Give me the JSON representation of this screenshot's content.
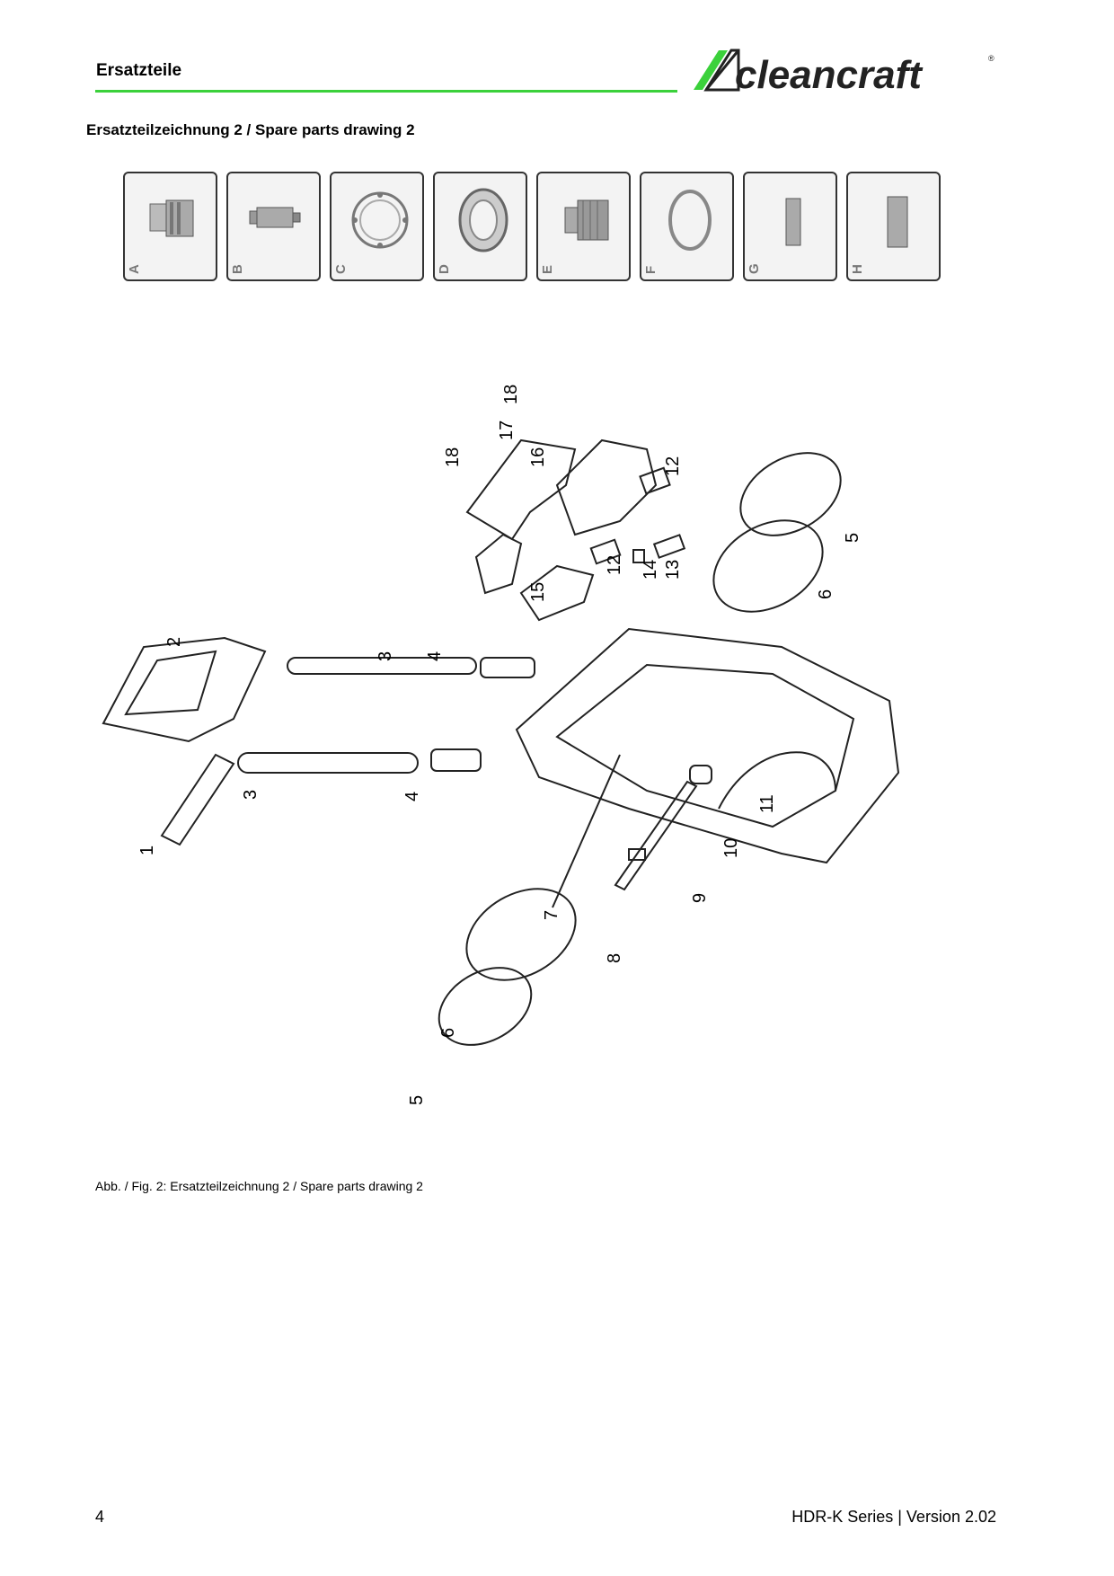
{
  "header": {
    "title": "Ersatzteile",
    "logo_text": "cleancraft",
    "accent_color": "#3bd13b"
  },
  "section_title": "Ersatzteilzeichnung 2 / Spare parts drawing 2",
  "accessories": [
    {
      "letter": "A",
      "icon": "quick-coupler-icon"
    },
    {
      "letter": "B",
      "icon": "nozzle-adapter-icon"
    },
    {
      "letter": "C",
      "icon": "gasket-ring-icon"
    },
    {
      "letter": "D",
      "icon": "sealing-ring-icon"
    },
    {
      "letter": "E",
      "icon": "threaded-adapter-icon"
    },
    {
      "letter": "F",
      "icon": "o-ring-icon"
    },
    {
      "letter": "G",
      "icon": "sleeve-icon"
    },
    {
      "letter": "H",
      "icon": "cap-icon"
    }
  ],
  "part_numbers": [
    "1",
    "2",
    "3",
    "3",
    "4",
    "4",
    "5",
    "5",
    "6",
    "6",
    "7",
    "8",
    "9",
    "10",
    "11",
    "12",
    "12",
    "13",
    "14",
    "15",
    "16",
    "17",
    "18",
    "18"
  ],
  "caption": "Abb. / Fig. 2: Ersatzteilzeichnung  2 / Spare parts drawing 2",
  "footer": {
    "page_number": "4",
    "series": "HDR-K Series | Version 2.02"
  }
}
